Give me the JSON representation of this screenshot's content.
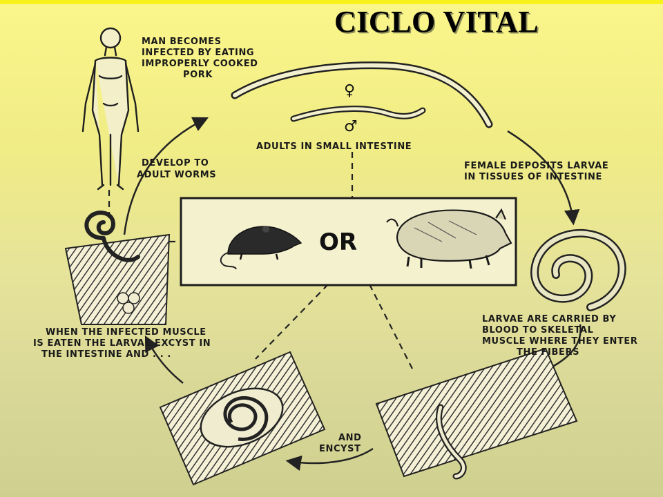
{
  "title": "CICLO VITAL",
  "captions": {
    "man_infected": [
      "MAN BECOMES",
      "INFECTED BY EATING",
      "IMPROPERLY COOKED",
      "PORK"
    ],
    "adults_intestine": "ADULTS IN SMALL INTESTINE",
    "female_deposits": [
      "FEMALE DEPOSITS LARVAE",
      "IN TISSUES OF INTESTINE"
    ],
    "larvae_carried": [
      "LARVAE ARE CARRIED BY",
      "BLOOD TO SKELETAL",
      "MUSCLE WHERE THEY ENTER",
      "THE FIBERS"
    ],
    "and_encyst": [
      "AND",
      "ENCYST"
    ],
    "infected_muscle": [
      "WHEN THE INFECTED MUSCLE",
      "IS EATEN THE LARVAE EXCYST IN",
      "THE INTESTINE AND . . ."
    ],
    "develop_adult": [
      "DEVELOP TO",
      "ADULT WORMS"
    ]
  },
  "hosts": {
    "or_label": "OR"
  },
  "symbols": {
    "female": "♀",
    "male": "♂"
  }
}
